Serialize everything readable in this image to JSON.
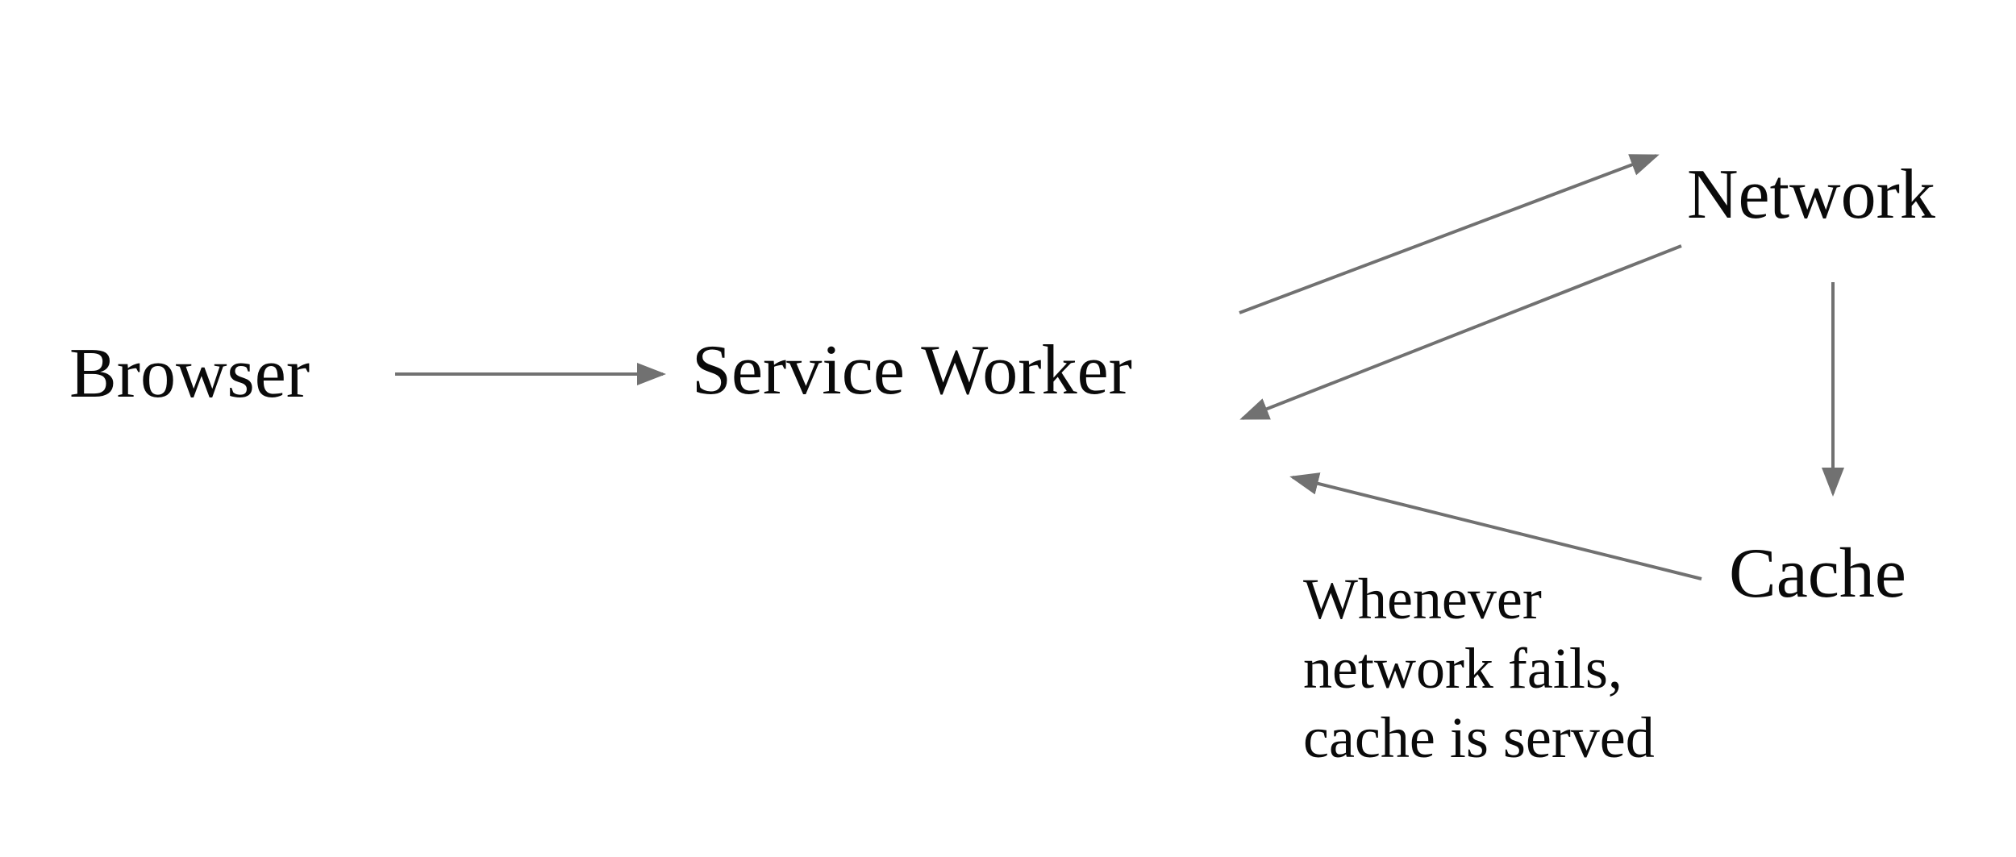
{
  "diagram": {
    "nodes": {
      "browser": {
        "label": "Browser"
      },
      "service_worker": {
        "label": "Service Worker"
      },
      "network": {
        "label": "Network"
      },
      "cache": {
        "label": "Cache"
      }
    },
    "annotation": {
      "line1": "Whenever",
      "line2": "network fails,",
      "line3": "cache is served"
    },
    "edges": [
      {
        "from": "Browser",
        "to": "Service Worker"
      },
      {
        "from": "Service Worker",
        "to": "Network"
      },
      {
        "from": "Network",
        "to": "Service Worker"
      },
      {
        "from": "Network",
        "to": "Cache"
      },
      {
        "from": "Cache",
        "to": "Service Worker",
        "note": "Whenever network fails, cache is served"
      }
    ]
  },
  "colors": {
    "background": "#ffffff",
    "text": "#0a0a0a",
    "arrow": "#717171"
  }
}
